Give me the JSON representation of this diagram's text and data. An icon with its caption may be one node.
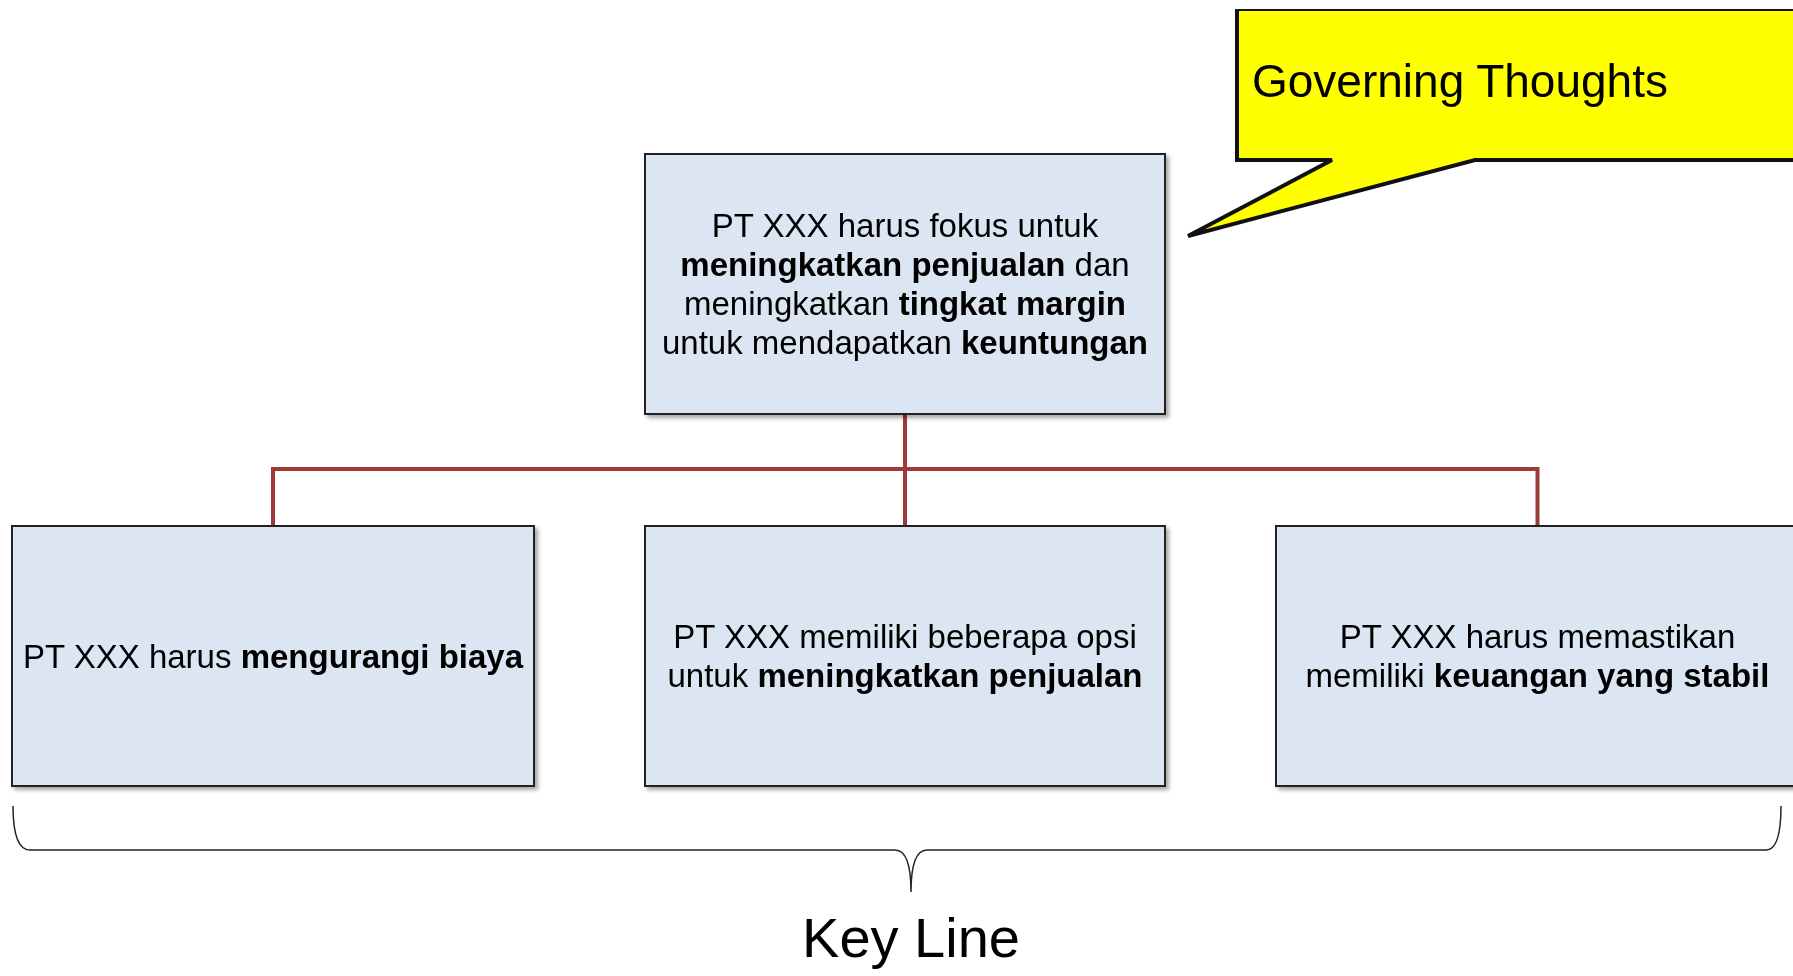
{
  "diagram": {
    "nodes": [
      {
        "text": [
          "Governing Thoughts"
        ]
      },
      {
        "text": [
          "PT XXX harus fokus untuk **meningkatkan penjualan** dan meningkatkan **tingkat margin** untuk mendapatkan **keuntungan**"
        ]
      },
      {
        "text": [
          "PT XXX harus **mengurangi biaya**"
        ]
      },
      {
        "text": [
          "PT XXX memiliki beberapa opsi untuk **meningkatkan penjualan**"
        ]
      },
      {
        "text": [
          "PT XXX harus memastikan memiliki **keuangan yang stabil**"
        ]
      }
    ],
    "edges": [
      {
        "from": 1,
        "to": 2,
        "arrow": "none"
      },
      {
        "from": 1,
        "to": 3,
        "arrow": "none"
      },
      {
        "from": 1,
        "to": 4,
        "arrow": "none"
      }
    ],
    "labels": [
      "Key Line"
    ]
  }
}
